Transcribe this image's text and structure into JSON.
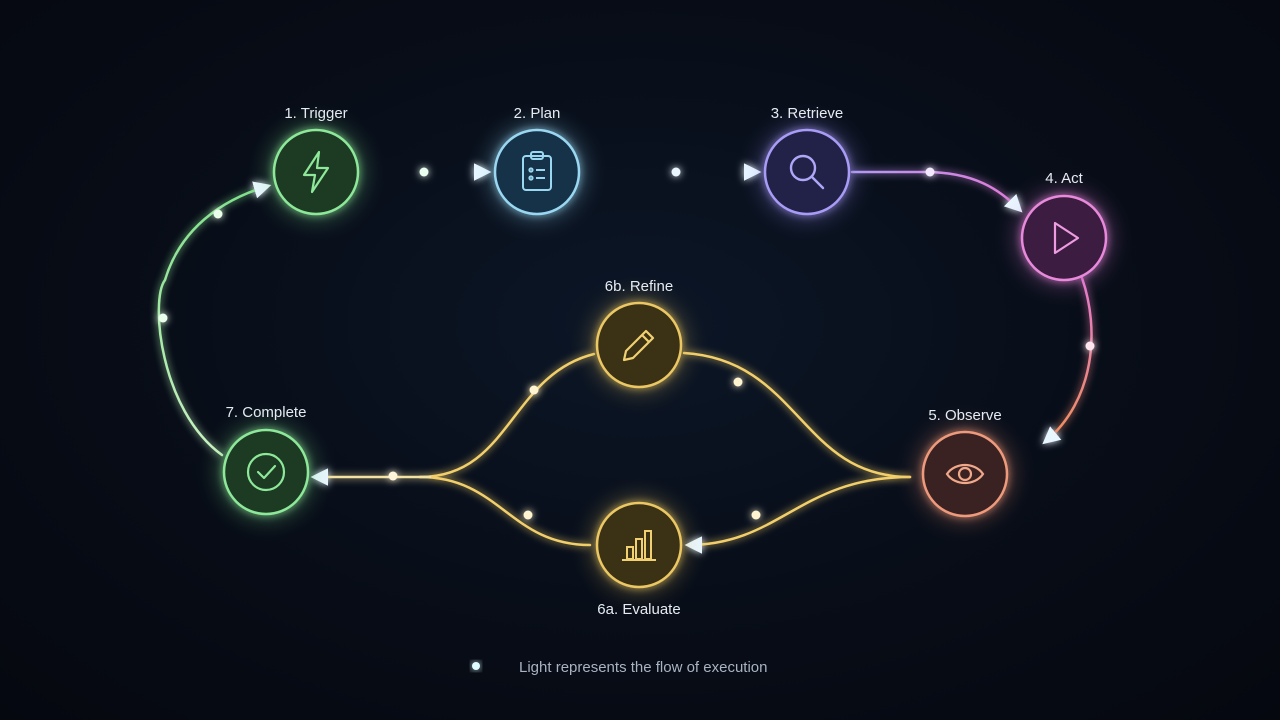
{
  "nodes": [
    {
      "id": "trigger",
      "label": "1. Trigger",
      "icon": "lightning-icon",
      "color": "#7fe08a"
    },
    {
      "id": "plan",
      "label": "2. Plan",
      "icon": "clipboard-icon",
      "color": "#8ed3f0"
    },
    {
      "id": "retrieve",
      "label": "3. Retrieve",
      "icon": "search-icon",
      "color": "#9a8cf5"
    },
    {
      "id": "act",
      "label": "4. Act",
      "icon": "play-icon",
      "color": "#e07ad6"
    },
    {
      "id": "observe",
      "label": "5. Observe",
      "icon": "eye-icon",
      "color": "#e98a6c"
    },
    {
      "id": "refine",
      "label": "6b. Refine",
      "icon": "pencil-icon",
      "color": "#e6c25a"
    },
    {
      "id": "evaluate",
      "label": "6a. Evaluate",
      "icon": "bar-chart-icon",
      "color": "#e6c25a"
    },
    {
      "id": "complete",
      "label": "7. Complete",
      "icon": "checkmark-icon",
      "color": "#7fe08a"
    }
  ],
  "legend": {
    "text": "Light represents the flow of execution",
    "color": "#6fe3e8"
  }
}
